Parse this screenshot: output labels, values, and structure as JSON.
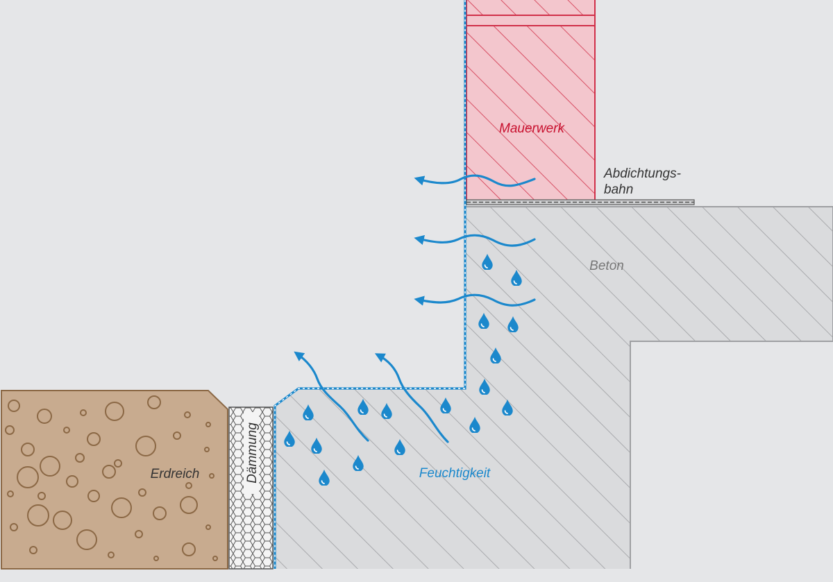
{
  "labels": {
    "masonry": "Mauerwerk",
    "membrane_line1": "Abdichtungs-",
    "membrane_line2": "bahn",
    "concrete": "Beton",
    "soil": "Erdreich",
    "insulation": "Dämmung",
    "moisture": "Feuchtigkeit"
  },
  "colors": {
    "background": "#e5e6e8",
    "masonry_fill": "#f3c6cd",
    "masonry_stroke": "#d02f48",
    "masonry_text": "#c8102e",
    "concrete_fill": "#dadbdd",
    "concrete_hatch": "#a9aaad",
    "soil_fill": "#c8ab8f",
    "soil_stroke": "#8b6845",
    "moisture_blue": "#1b88cc",
    "text_dark": "#333333",
    "text_grey": "#777777"
  },
  "icons": {
    "moisture_arrow": "wavy-arrow-icon",
    "moisture_drop": "water-drop-icon"
  }
}
